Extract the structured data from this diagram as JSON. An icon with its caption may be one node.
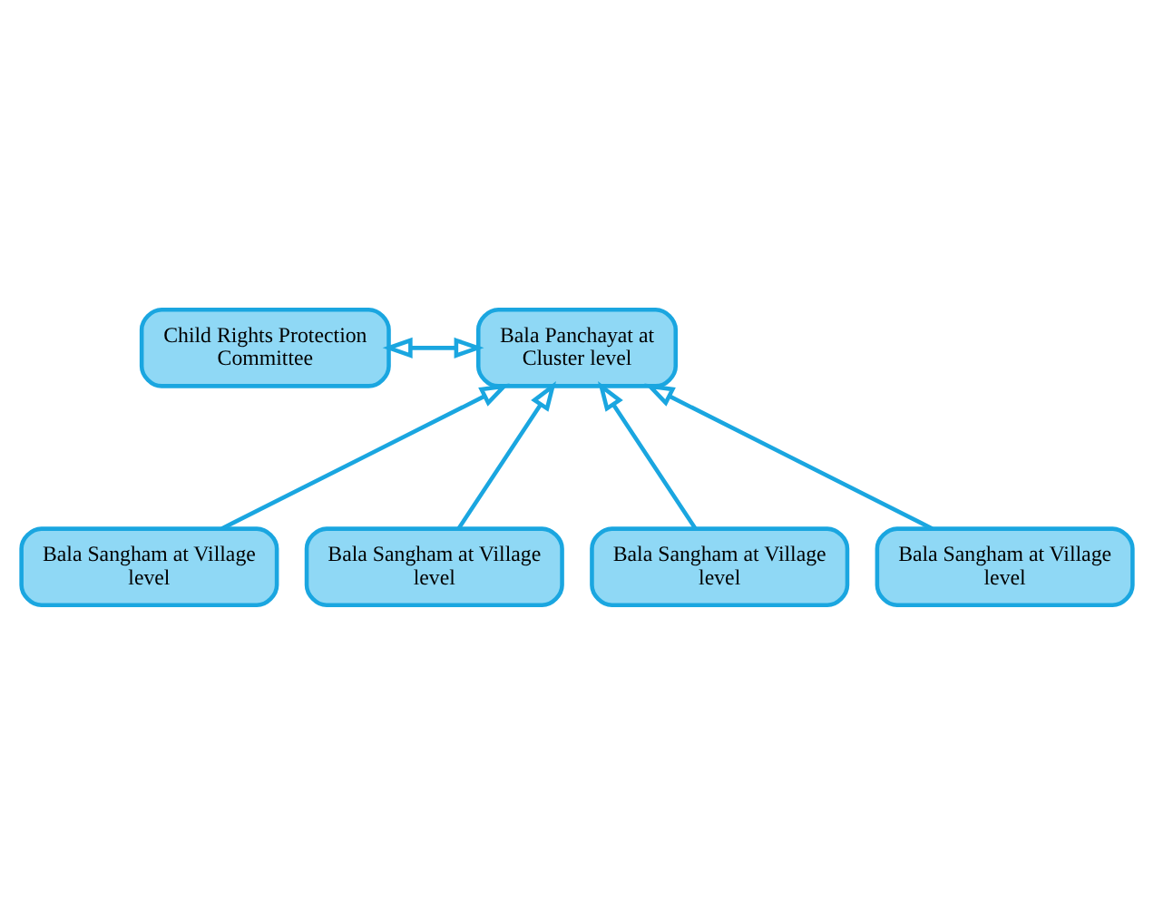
{
  "diagram": {
    "nodes": [
      {
        "text": [
          "Child Rights Protection Committee"
        ]
      },
      {
        "text": [
          "Bala Panchayat at Cluster level"
        ]
      },
      {
        "text": [
          "Bala Sangham at Village level"
        ]
      },
      {
        "text": [
          "Bala Sangham at Village level"
        ]
      },
      {
        "text": [
          "Bala Sangham at Village level"
        ]
      },
      {
        "text": [
          "Bala Sangham at Village level"
        ]
      }
    ],
    "edges": [
      {
        "from": 0,
        "to": 1,
        "arrow": "both"
      },
      {
        "from": 2,
        "to": 1,
        "arrow": "to"
      },
      {
        "from": 3,
        "to": 1,
        "arrow": "to"
      },
      {
        "from": 4,
        "to": 1,
        "arrow": "to"
      },
      {
        "from": 5,
        "to": 1,
        "arrow": "to"
      }
    ]
  }
}
